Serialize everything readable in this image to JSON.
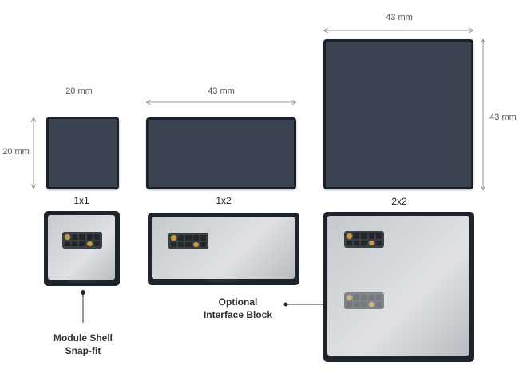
{
  "dimensions": {
    "w1x1": "20 mm",
    "h1x1": "20 mm",
    "w1x2": "43 mm",
    "w2x2": "43 mm",
    "h2x2": "43 mm"
  },
  "modules": [
    "1x1",
    "1x2",
    "2x2"
  ],
  "callouts": {
    "shell_line1": "Module Shell",
    "shell_line2": "Snap-fit",
    "iface_line1": "Optional",
    "iface_line2": "Interface Block"
  }
}
